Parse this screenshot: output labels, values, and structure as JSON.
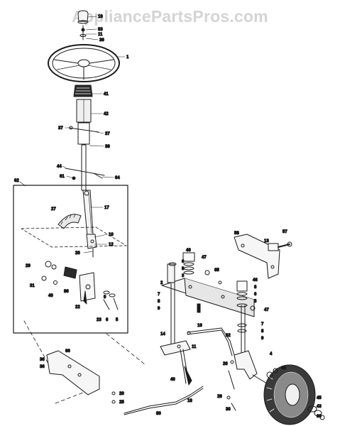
{
  "watermark": "AppliancePartsPros.com",
  "colors": {
    "ink": "#1a1a1a",
    "watermark": "#d4d4d4",
    "paper": "#ffffff"
  },
  "labels": {
    "l19a": "19",
    "l83": "83",
    "l11a": "11",
    "l39": "39",
    "l1": "1",
    "l41": "41",
    "l42": "42",
    "l37a": "37",
    "l37b": "37",
    "l38": "38",
    "l44": "44",
    "l61": "61",
    "l64": "64",
    "l62": "62",
    "l27": "27",
    "l17": "17",
    "l10": "10",
    "l12": "12",
    "l20a": "20",
    "l29a": "29",
    "l31": "31",
    "l40a": "40",
    "l86": "86",
    "l22": "22",
    "l23": "23",
    "l6a": "6",
    "l5a": "5",
    "l46": "46",
    "l47a": "47",
    "l65": "65",
    "l8a": "8",
    "l3": "3",
    "l2": "2",
    "l7a": "7",
    "l8b": "8",
    "l9a": "9",
    "l6b": "6",
    "l16": "16",
    "l47b": "47",
    "l7b": "7",
    "l8c": "8",
    "l32": "32",
    "l14": "14",
    "l11b": "11",
    "l40b": "40",
    "l18": "18",
    "l24": "24",
    "l26": "26",
    "l28": "28",
    "l30": "30",
    "l4": "4",
    "l43": "43",
    "l45": "45",
    "l66": "66",
    "l58": "58",
    "l57": "57",
    "l13": "13",
    "l36a": "36",
    "l36b": "36",
    "l20b": "20",
    "l25": "25",
    "l80": "80",
    "l9b": "9",
    "l6c": "6",
    "l5b": "5"
  }
}
